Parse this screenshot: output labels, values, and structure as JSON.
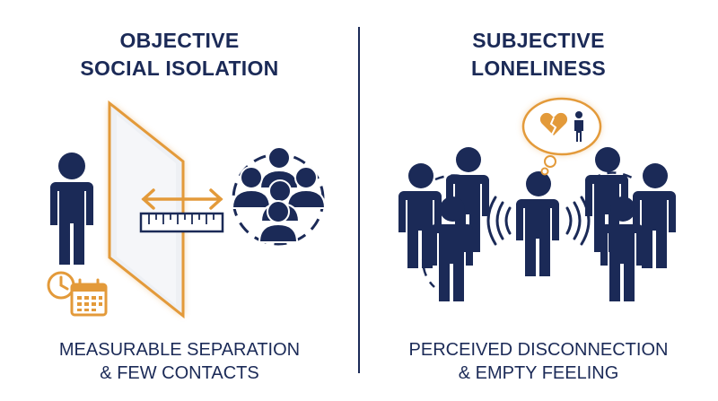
{
  "colors": {
    "navy": "#1b2a57",
    "accent": "#e39a3a",
    "glass": "#eef0f4"
  },
  "left": {
    "title_line1": "OBJECTIVE",
    "title_line2": "SOCIAL ISOLATION",
    "caption_line1": "MEASURABLE SEPARATION",
    "caption_line2": "& FEW CONTACTS",
    "icons": [
      "person-icon",
      "glass-barrier-icon",
      "double-arrow-icon",
      "ruler-icon",
      "group-icon",
      "clock-icon",
      "calendar-icon"
    ]
  },
  "right": {
    "title_line1": "SUBJECTIVE",
    "title_line2": "LONELINESS",
    "caption_line1": "PERCEIVED DISCONNECTION",
    "caption_line2": "& EMPTY FEELING",
    "icons": [
      "thought-bubble-icon",
      "broken-heart-icon",
      "small-person-icon",
      "central-person-icon",
      "sound-waves-icon",
      "crowd-person-icon"
    ]
  }
}
